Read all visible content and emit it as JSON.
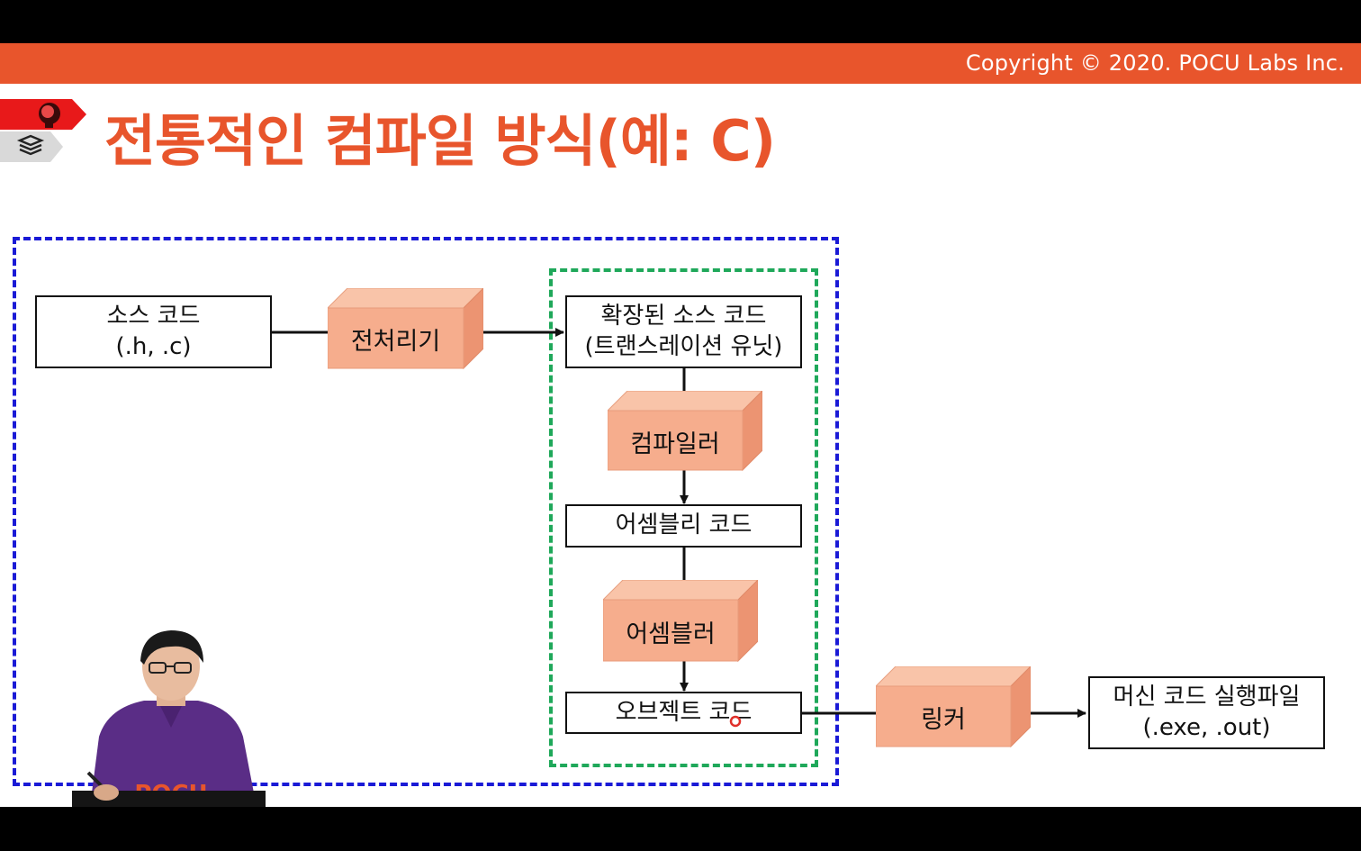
{
  "header": {
    "copyright": "Copyright © 2020. POCU Labs Inc.",
    "title": "전통적인 컴파일 방식(예: C)"
  },
  "diagram": {
    "nodes": {
      "source": {
        "line1": "소스 코드",
        "line2": "(.h, .c)"
      },
      "expanded": {
        "line1": "확장된 소스 코드",
        "line2": "(트랜스레이션 유닛)"
      },
      "assembly": {
        "line1": "어셈블리 코드"
      },
      "object": {
        "line1": "오브젝트 코드"
      },
      "machine": {
        "line1": "머신 코드 실행파일",
        "line2": "(.exe, .out)"
      }
    },
    "processors": {
      "preprocessor": "전처리기",
      "compiler": "컴파일러",
      "assembler": "어셈블러",
      "linker": "링커"
    },
    "colors": {
      "outer_border": "#1a1ad6",
      "inner_border": "#1fa85a",
      "cube_front": "#f6ad8d",
      "cube_side": "#ec9472",
      "cube_top": "#f9c4a9",
      "accent": "#e8552c"
    }
  },
  "presenter": {
    "shirt_text": "POCU"
  }
}
